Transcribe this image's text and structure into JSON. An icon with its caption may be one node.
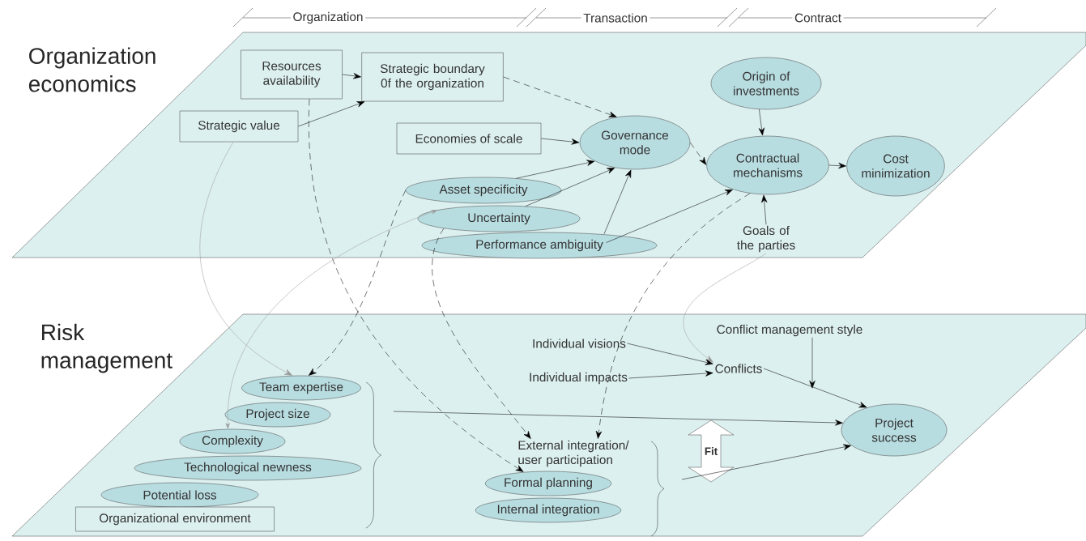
{
  "diagram": {
    "nodes": [
      {
        "text": [
          "Resources availability"
        ]
      },
      {
        "text": [
          "Strategic boundary 0f the organization"
        ]
      },
      {
        "text": [
          "Strategic value"
        ]
      },
      {
        "text": [
          "Origin of investments"
        ]
      },
      {
        "text": [
          "Economies of scale"
        ]
      },
      {
        "text": [
          "Governance mode"
        ]
      },
      {
        "text": [
          "Contractual mechanisms"
        ]
      },
      {
        "text": [
          "Cost minimization"
        ]
      },
      {
        "text": [
          "Asset specificity"
        ]
      },
      {
        "text": [
          "Uncertainty"
        ]
      },
      {
        "text": [
          "Performance ambiguity"
        ]
      },
      {
        "text": [
          "Goals of the parties"
        ]
      },
      {
        "text": [
          "Conflict management style"
        ]
      },
      {
        "text": [
          "Individual visions"
        ]
      },
      {
        "text": [
          "Individual impacts"
        ]
      },
      {
        "text": [
          "Conflicts"
        ]
      },
      {
        "text": [
          "Team expertise"
        ]
      },
      {
        "text": [
          "Project size"
        ]
      },
      {
        "text": [
          "Complexity"
        ]
      },
      {
        "text": [
          "Technological newness"
        ]
      },
      {
        "text": [
          "Project success"
        ]
      },
      {
        "text": [
          "External integration/ user participation"
        ]
      },
      {
        "text": [
          "Potential loss"
        ]
      },
      {
        "text": [
          "Fit"
        ]
      },
      {
        "text": [
          "Formal planning"
        ]
      },
      {
        "text": [
          "Organizational environment"
        ]
      },
      {
        "text": [
          "Internal integration"
        ]
      }
    ],
    "edges": [
      {
        "from": 0,
        "to": 1,
        "arrow": "to"
      },
      {
        "from": 2,
        "to": 1,
        "arrow": "to"
      },
      {
        "from": 1,
        "to": 5,
        "arrow": "to",
        "style": "dashed"
      },
      {
        "from": 4,
        "to": 5,
        "arrow": "to"
      },
      {
        "from": 8,
        "to": 5,
        "arrow": "to"
      },
      {
        "from": 9,
        "to": 5,
        "arrow": "to"
      },
      {
        "from": 10,
        "to": 5,
        "arrow": "to"
      },
      {
        "from": 5,
        "to": 6,
        "arrow": "to",
        "style": "dashed"
      },
      {
        "from": 3,
        "to": 6,
        "arrow": "to"
      },
      {
        "from": 6,
        "to": 7,
        "arrow": "to"
      },
      {
        "from": 11,
        "to": 6,
        "arrow": "to"
      },
      {
        "from": 10,
        "to": 6,
        "arrow": "to"
      },
      {
        "from": 0,
        "to": 24,
        "arrow": "to",
        "style": "dashed"
      },
      {
        "from": 8,
        "to": 16,
        "arrow": "to",
        "style": "dashed"
      },
      {
        "from": 9,
        "to": 21,
        "arrow": "to",
        "style": "dashed"
      },
      {
        "from": 6,
        "to": 21,
        "arrow": "to",
        "style": "dashed"
      },
      {
        "from": 2,
        "to": 16,
        "arrow": "to",
        "color": "#9a9a9a"
      },
      {
        "from": 9,
        "to": 18,
        "arrow": "both",
        "color": "#9a9a9a"
      },
      {
        "from": 11,
        "to": 15,
        "arrow": "to",
        "color": "#9a9a9a"
      },
      {
        "from": 13,
        "to": 15,
        "arrow": "to"
      },
      {
        "from": 14,
        "to": 15,
        "arrow": "to"
      },
      {
        "from": 12,
        "to": null,
        "arrow": "to"
      },
      {
        "from": 15,
        "to": 20,
        "arrow": "to"
      },
      {
        "from": null,
        "to": 20,
        "arrow": "to"
      },
      {
        "from": null,
        "to": 20,
        "arrow": "to"
      }
    ],
    "labels": [
      "Organization",
      "Transaction",
      "Contract",
      "Organization economics",
      "Risk management"
    ]
  }
}
